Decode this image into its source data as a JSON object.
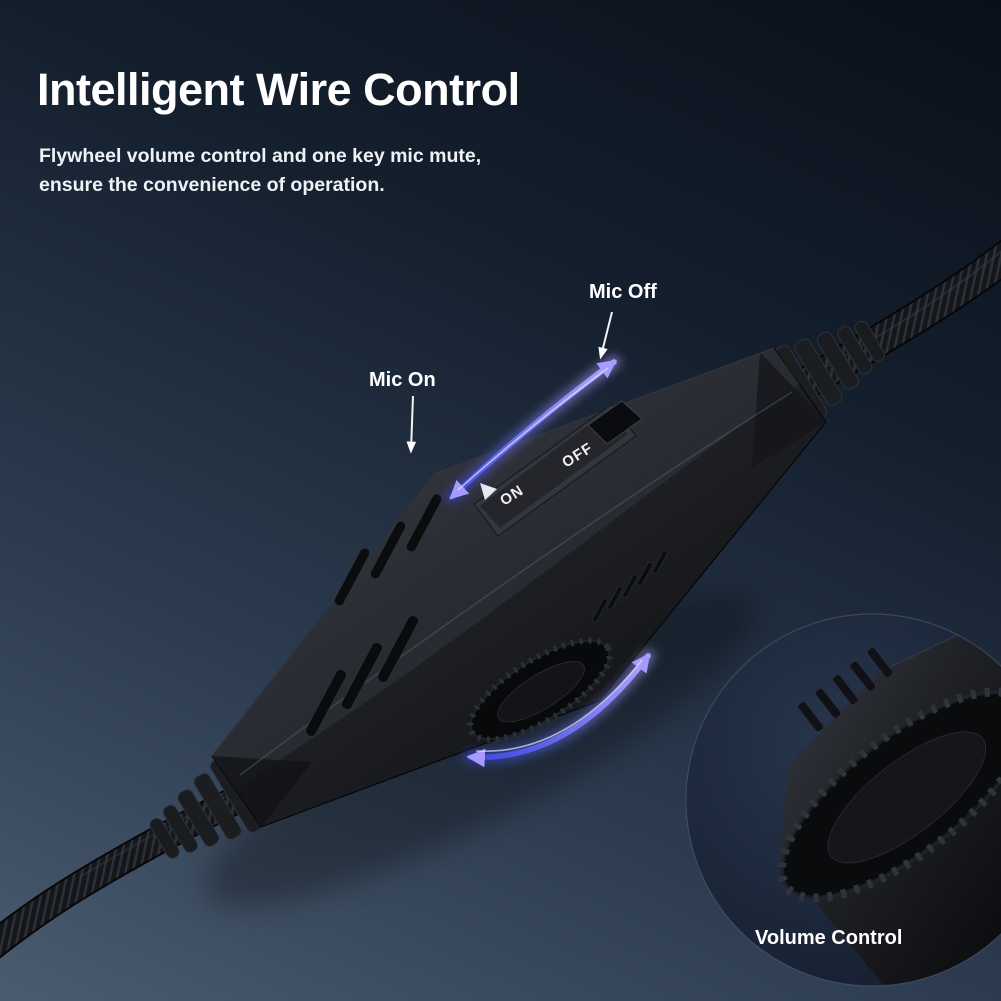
{
  "colors": {
    "background_top": "#0b121d",
    "background_bottom": "#4b5c70",
    "arrow_gradient_start": "#3d4ae0",
    "arrow_gradient_end": "#b2a7ff",
    "device_body": "#1c1e22",
    "label_text": "#ffffff"
  },
  "header": {
    "title": "Intelligent Wire Control",
    "subtitle_line1": "Flywheel volume control and one key mic mute,",
    "subtitle_line2": "ensure the convenience of operation."
  },
  "callouts": {
    "mic_on": "Mic On",
    "mic_off": "Mic Off",
    "volume_control": "Volume Control"
  },
  "device": {
    "switch_on_label": "ON",
    "switch_off_label": "OFF"
  },
  "icons": {
    "mic_switch_arrow": "curved-arrow-icon",
    "volume_rotate_arrow": "curved-double-arrow-icon"
  }
}
